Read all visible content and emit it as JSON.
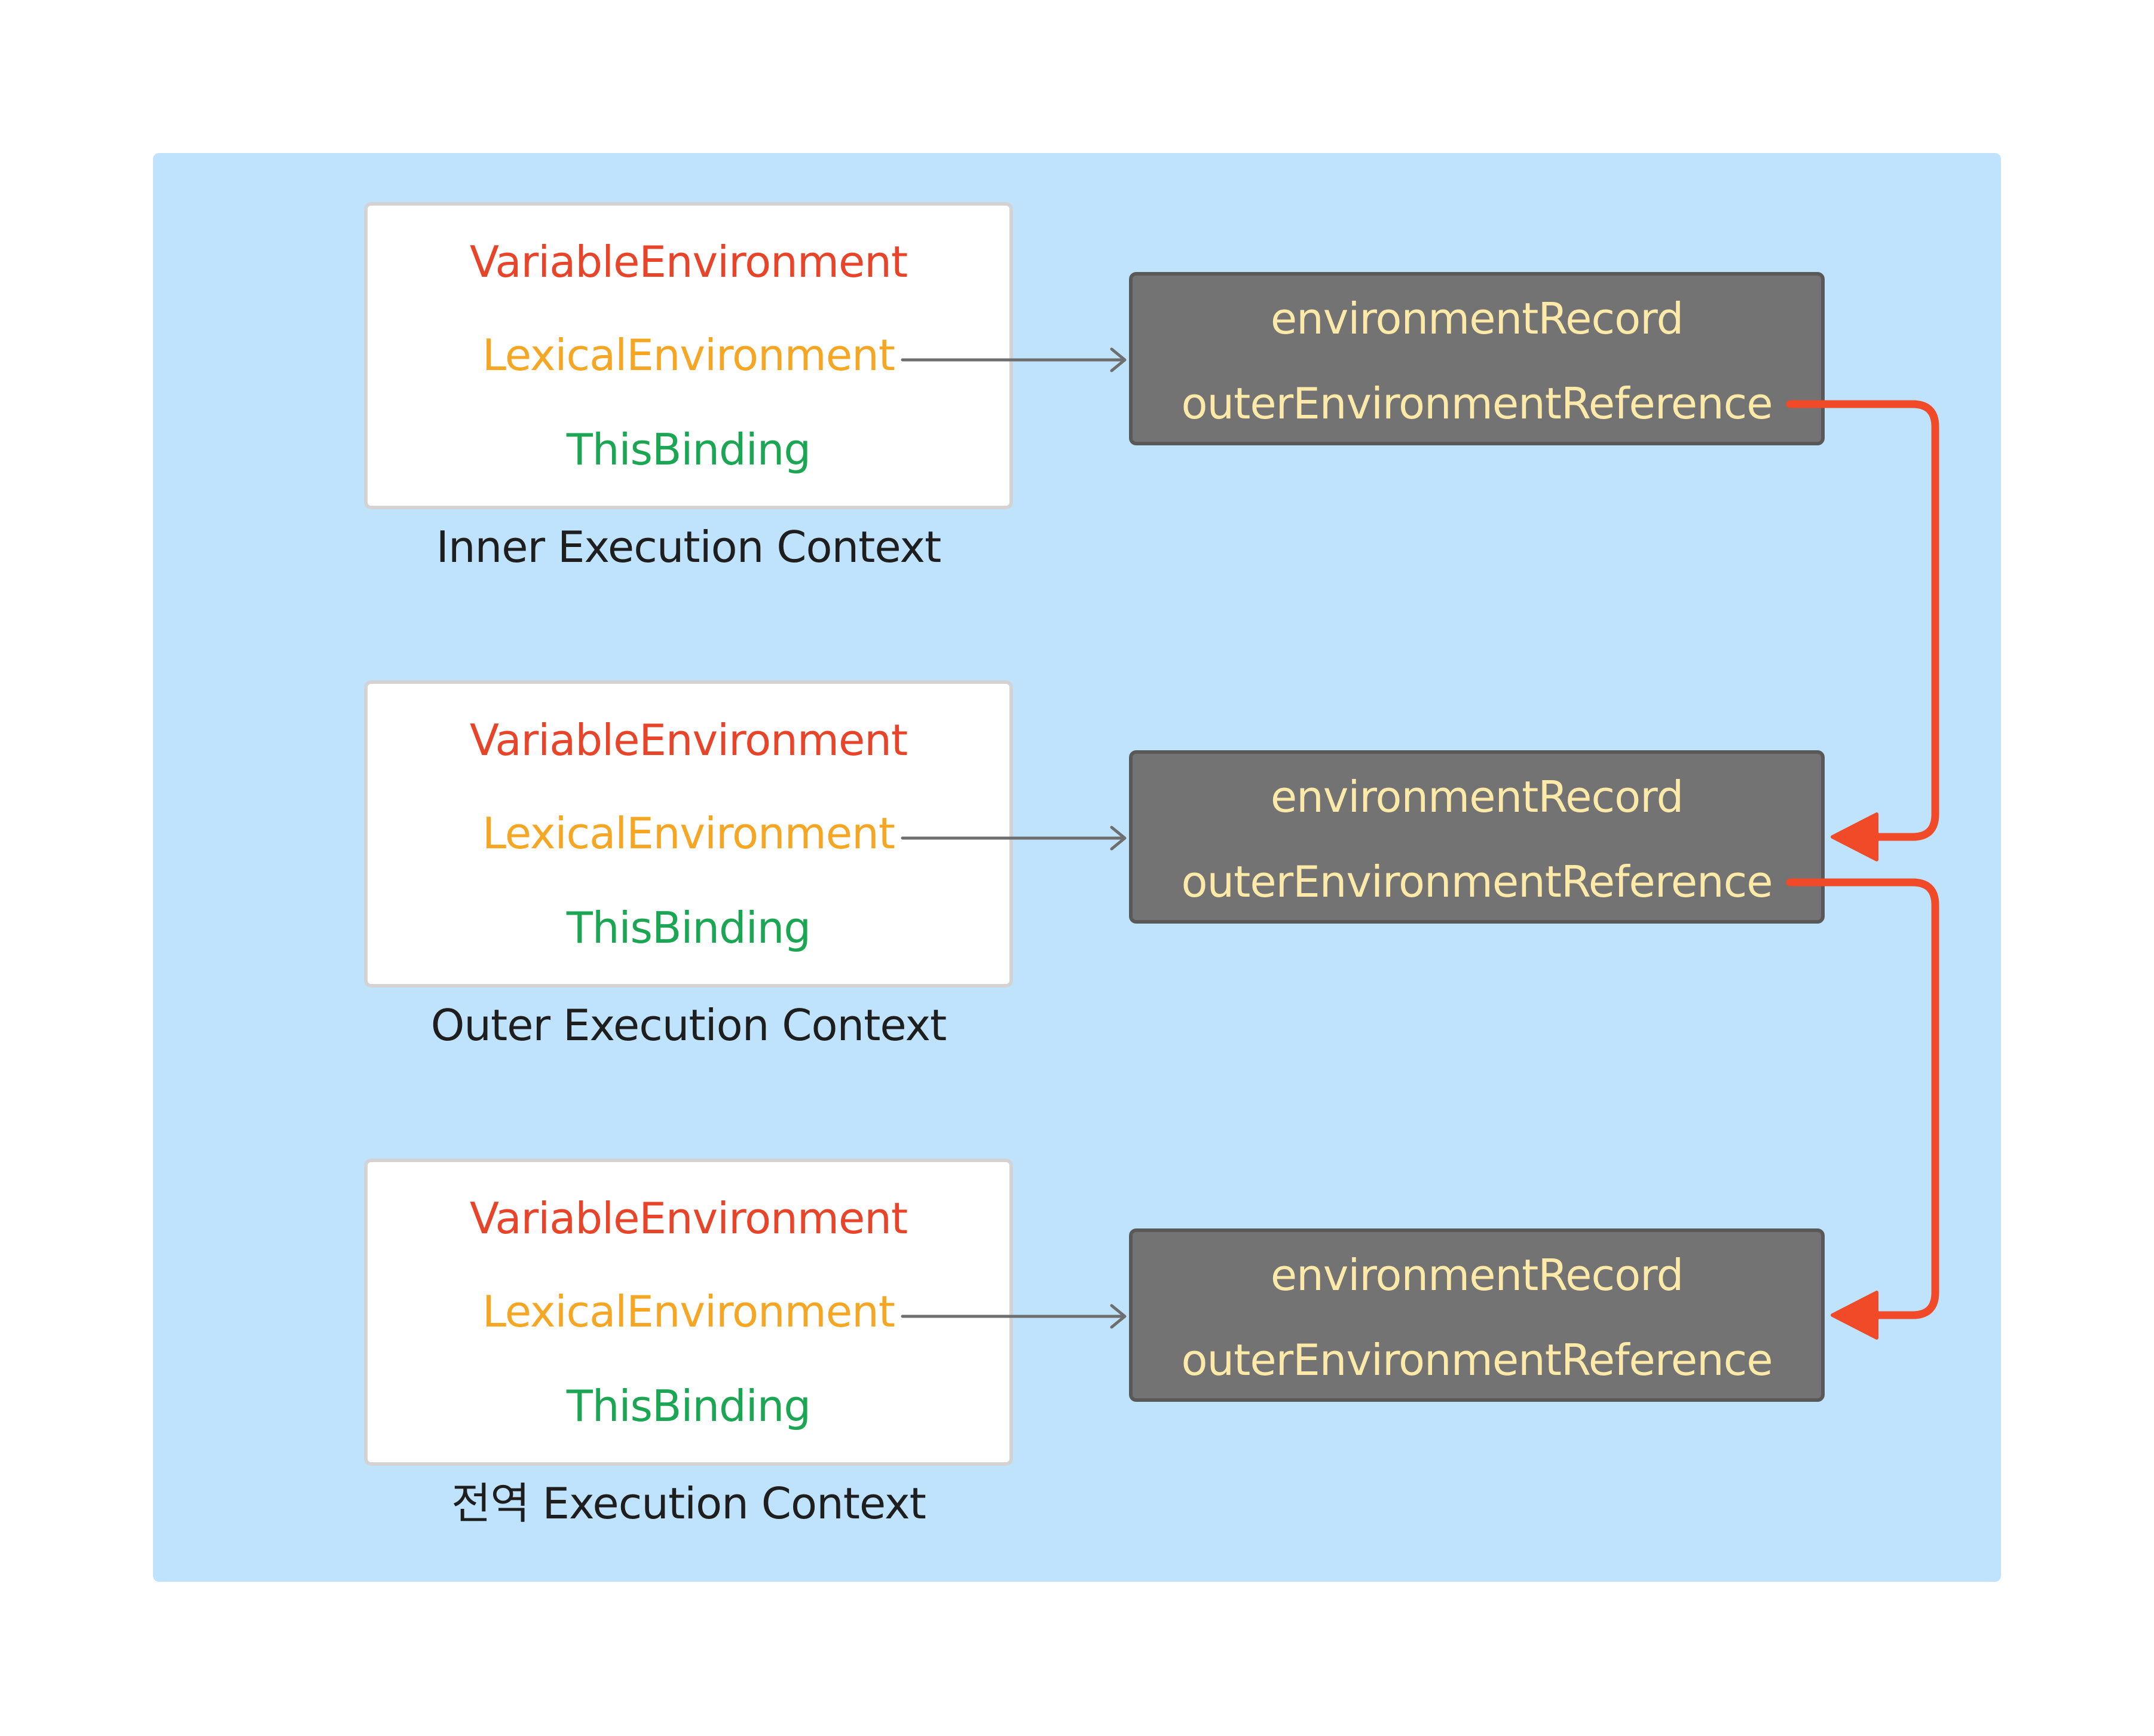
{
  "contexts": [
    {
      "variable": "VariableEnvironment",
      "lexical": "LexicalEnvironment",
      "this": "ThisBinding",
      "caption": "Inner Execution Context"
    },
    {
      "variable": "VariableEnvironment",
      "lexical": "LexicalEnvironment",
      "this": "ThisBinding",
      "caption": "Outer Execution Context"
    },
    {
      "variable": "VariableEnvironment",
      "lexical": "LexicalEnvironment",
      "this": "ThisBinding",
      "caption": "전역 Execution Context"
    }
  ],
  "environments": [
    {
      "record": "environmentRecord",
      "reference": "outerEnvironmentReference"
    },
    {
      "record": "environmentRecord",
      "reference": "outerEnvironmentReference"
    },
    {
      "record": "environmentRecord",
      "reference": "outerEnvironmentReference"
    }
  ],
  "colors": {
    "background": "#bfe3fd",
    "variable": "#e8442a",
    "lexical": "#f5a623",
    "this": "#1aa653",
    "env_box": "#737373",
    "env_text": "#fde9a8",
    "outer_arrow": "#f04a28",
    "lexical_arrow": "#737373"
  }
}
